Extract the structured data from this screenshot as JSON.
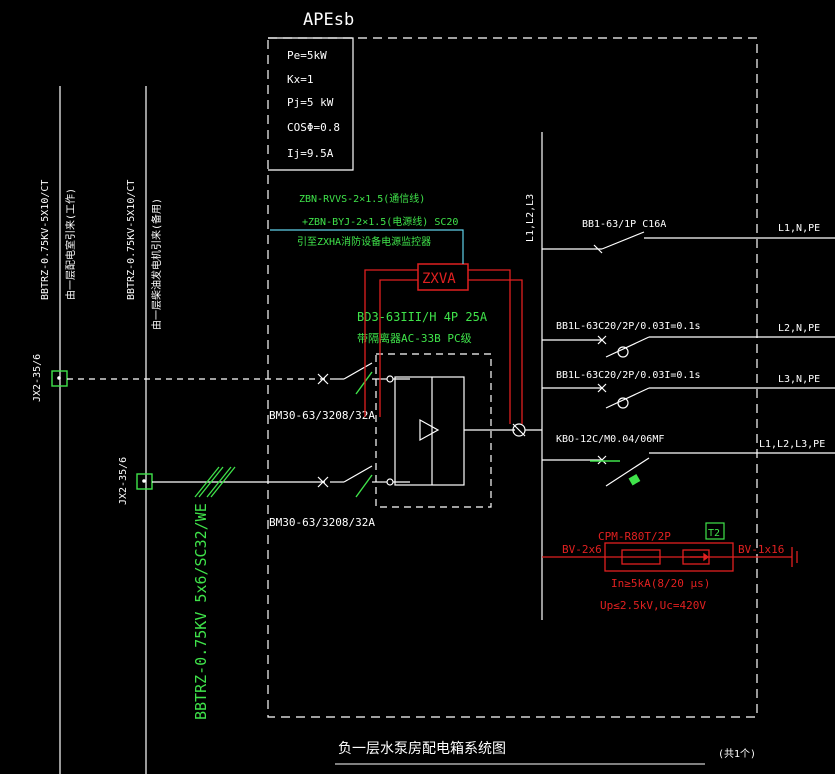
{
  "box_title": "APEsb",
  "params": [
    "Pe=5kW",
    "Kx=1",
    "Pj=5 kW",
    "COSΦ=0.8",
    "Ij=9.5A"
  ],
  "incoming": {
    "cable1": "BBTRZ-0.75KV-5X10/CT",
    "source1": "由一层配电室引来(工作)",
    "cable2": "BBTRZ-0.75KV-5X10/CT",
    "source2": "由一层柴油发电机引来(备用)",
    "jx1": "JX2-35/6",
    "jx2": "JX2-35/6",
    "main_cable": "BBTRZ-0.75KV 5x6/SC32/WE"
  },
  "fire_link": {
    "line1": "ZBN-RVVS-2×1.5(通信线)",
    "line2": "+ZBN-BYJ-2×1.5(电源线)  SC20",
    "line3": "引至ZXHA消防设备电源监控器"
  },
  "zxva": "ZXVA",
  "ats": {
    "model": "BD3-63III/H 4P 25A",
    "note": "带隔离器AC-33B  PC级"
  },
  "incoming_breakers": [
    "BM30-63/3208/32A",
    "BM30-63/3208/32A"
  ],
  "bus_label": "L1,L2,L3",
  "circuits": [
    {
      "breaker": "BB1-63/1P C16A",
      "phase": "L1,N,PE"
    },
    {
      "breaker": "BB1L-63C20/2P/0.03I=0.1s",
      "phase": "L2,N,PE"
    },
    {
      "breaker": "BB1L-63C20/2P/0.03I=0.1s",
      "phase": "L3,N,PE"
    },
    {
      "breaker": "KBO-12C/M0.04/06MF",
      "phase": "L1,L2,L3,PE"
    }
  ],
  "spd": {
    "model": "CPM-R80T/2P",
    "tag": "T2",
    "left_wire": "BV-2x6",
    "right_wire": "BV-1x16",
    "spec1": "In≥5kA(8/20 μs)",
    "spec2": "Up≤2.5kV,Uc=420V"
  },
  "drawing_title": "负一层水泵房配电箱系统图",
  "sheet_note": "(共1个)",
  "colors": {
    "bg": "#000000",
    "white": "#ffffff",
    "green": "#3fe34a",
    "red": "#e02020",
    "cyan": "#5fd0e8"
  }
}
